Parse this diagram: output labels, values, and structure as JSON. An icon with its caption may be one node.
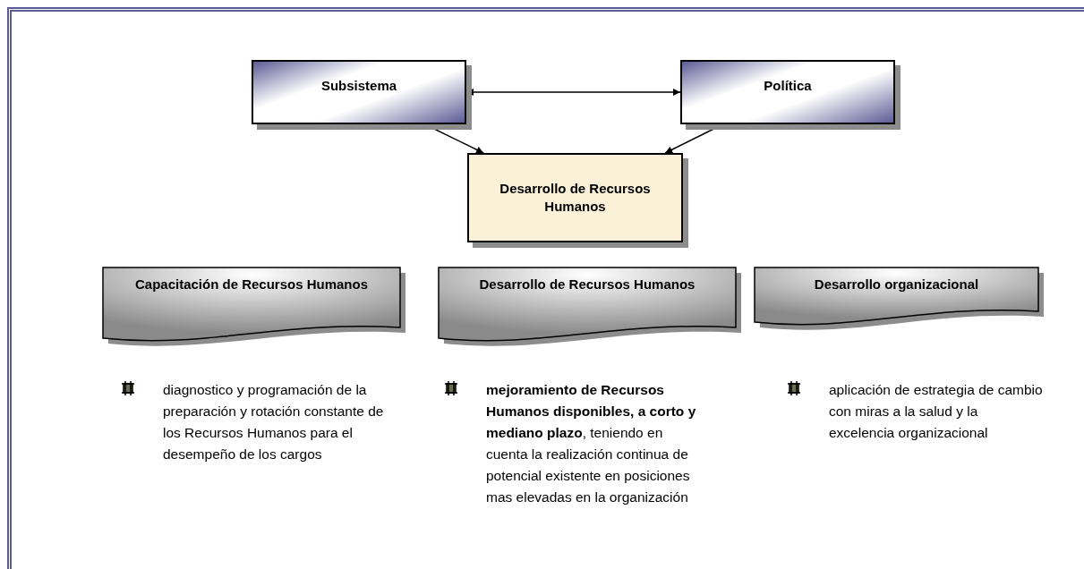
{
  "diagram": {
    "nodes": [
      {
        "text": [
          "Subsistema"
        ]
      },
      {
        "text": [
          "Política"
        ]
      },
      {
        "text": [
          "Desarrollo de Recursos Humanos"
        ]
      },
      {
        "text": [
          "Capacitación de Recursos Humanos"
        ],
        "beside": [
          "diagnostico y programación de la preparación y rotación constante de los Recursos Humanos para el desempeño de los cargos"
        ]
      },
      {
        "text": [
          "Desarrollo de Recursos Humanos"
        ],
        "beside": [
          "**mejoramiento de Recursos Humanos disponibles, a corto y mediano plazo**, teniendo en cuenta la realización continua de potencial existente en posiciones mas elevadas en la organización"
        ]
      },
      {
        "text": [
          "Desarrollo organizacional"
        ],
        "beside": [
          "aplicación de estrategia de cambio con miras a la salud y la excelencia organizacional"
        ]
      }
    ],
    "edges": [
      {
        "from": 0,
        "to": 1,
        "arrow": "both"
      },
      {
        "from": 0,
        "to": 2,
        "arrow": "to"
      },
      {
        "from": 1,
        "to": 2,
        "arrow": "to"
      }
    ]
  }
}
